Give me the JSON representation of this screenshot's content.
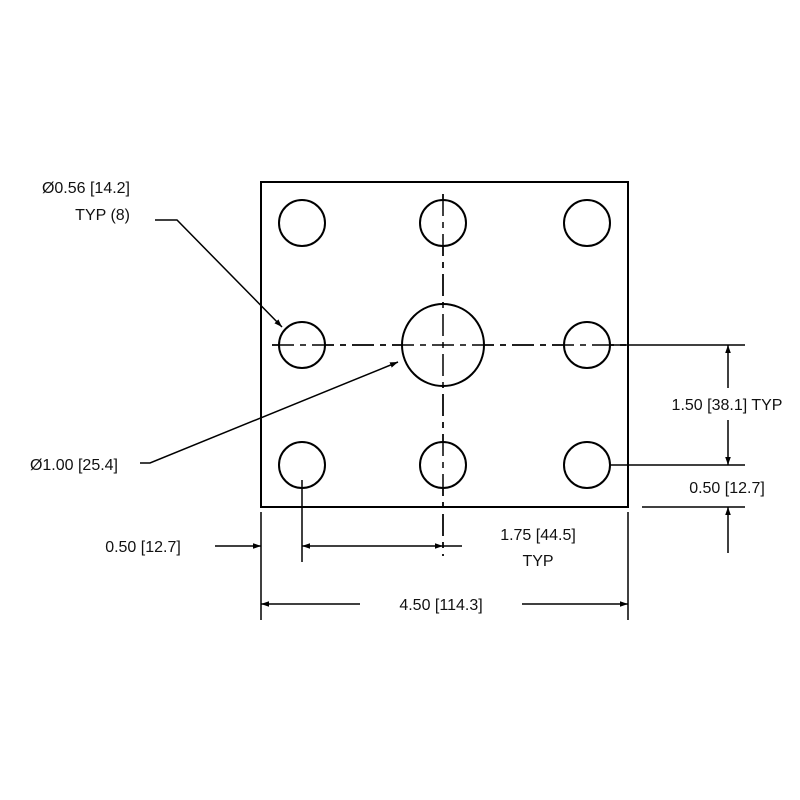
{
  "labels": {
    "small_hole_dia": "Ø0.56 [14.2]",
    "small_hole_typ": "TYP (8)",
    "center_hole_dia": "Ø1.00 [25.4]",
    "vertical_pitch_line1": "1.50 [38.1] TYP",
    "bottom_edge_offset": "0.50 [12.7]",
    "left_edge_offset": "0.50 [12.7]",
    "horizontal_pitch_line1": "1.75 [44.5]",
    "horizontal_pitch_line2": "TYP",
    "overall_width": "4.50 [114.3]"
  }
}
